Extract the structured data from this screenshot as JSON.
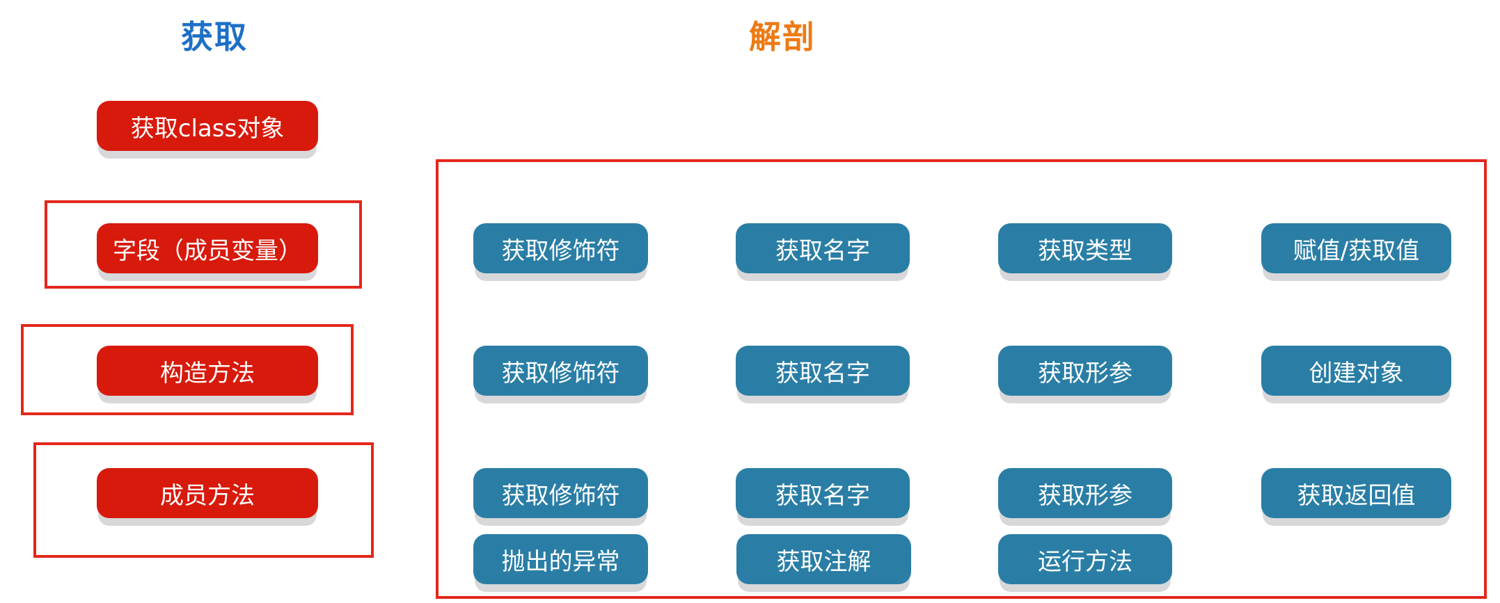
{
  "headings": {
    "get": "获取",
    "dissect": "解剖"
  },
  "left_column": {
    "class_object": "获取class对象",
    "field": "字段（成员变量）",
    "constructor": "构造方法",
    "member_method": "成员方法"
  },
  "field_row": {
    "modifiers": "获取修饰符",
    "name": "获取名字",
    "type": "获取类型",
    "set_get_value": "赋值/获取值"
  },
  "constructor_row": {
    "modifiers": "获取修饰符",
    "name": "获取名字",
    "params": "获取形参",
    "create_object": "创建对象"
  },
  "method_row": {
    "modifiers": "获取修饰符",
    "name": "获取名字",
    "params": "获取形参",
    "return_value": "获取返回值",
    "exceptions": "抛出的异常",
    "annotations": "获取注解",
    "run_method": "运行方法"
  },
  "colors": {
    "red_button": "#d71a0c",
    "blue_button": "#2a7ea6",
    "frame": "#e3271b",
    "heading_get": "#1d6fc7",
    "heading_dissect": "#ee7a14"
  }
}
